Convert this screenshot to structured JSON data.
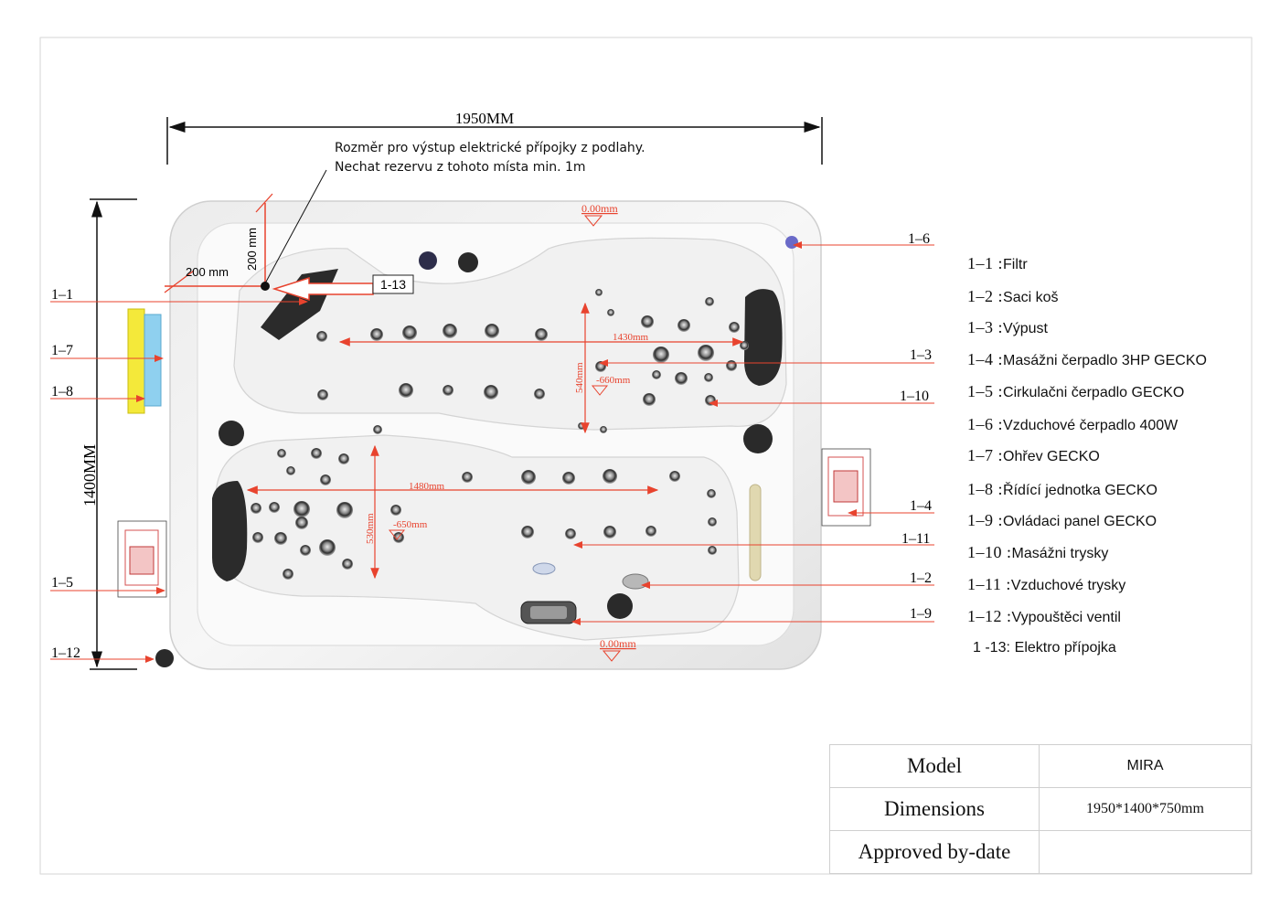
{
  "dims": {
    "width": "1950MM",
    "height": "1400MM",
    "outlet_h": "200 mm",
    "outlet_v": "200 mm",
    "inner_w_top": "1430mm",
    "inner_w_bottom": "1480mm",
    "inner_h_top": "540mm",
    "inner_h_bottom": "530mm",
    "depth_top": "-660mm",
    "depth_bottom": "-650mm",
    "rim_top": "0.00mm",
    "rim_bottom": "0.00mm"
  },
  "note": {
    "line1": "Rozměr pro výstup elektrické přípojky z podlahy.",
    "line2": "Nechat rezervu z tohoto místa min. 1m"
  },
  "callouts": {
    "c1_1": "1–1",
    "c1_7": "1–7",
    "c1_8": "1–8",
    "c1_5": "1–5",
    "c1_12": "1–12",
    "c1_13": "1-13",
    "c1_6": "1–6",
    "c1_3": "1–3",
    "c1_10": "1–10",
    "c1_4": "1–4",
    "c1_11": "1–11",
    "c1_2": "1–2",
    "c1_9": "1–9"
  },
  "legend": [
    {
      "code": "1–1 :",
      "text": "Filtr"
    },
    {
      "code": "1–2 :",
      "text": "Saci koš"
    },
    {
      "code": "1–3 :",
      "text": "Výpust"
    },
    {
      "code": "1–4 :",
      "text": "Masážni čerpadlo 3HP GECKO"
    },
    {
      "code": "1–5 :",
      "text": "Cirkulačni čerpadlo GECKO"
    },
    {
      "code": "1–6 :",
      "text": "Vzduchové čerpadlo 400W"
    },
    {
      "code": "1–7 :",
      "text": "Ohřev GECKO"
    },
    {
      "code": "1–8 :",
      "text": "Řídící jednotka GECKO"
    },
    {
      "code": "1–9 :",
      "text": "Ovládaci panel GECKO"
    },
    {
      "code": "1–10 :",
      "text": "Masážni trysky"
    },
    {
      "code": "1–11 :",
      "text": "Vzduchové trysky"
    },
    {
      "code": "1–12 :",
      "text": "Vypouštěci ventil"
    },
    {
      "code": "1 -13:",
      "text": "Elektro přípojka"
    }
  ],
  "title_block": {
    "model_label": "Model",
    "model_value": "MIRA",
    "dimensions_label": "Dimensions",
    "dimensions_value": "1950*1400*750mm",
    "approved_label": "Approved by-date",
    "approved_value": ""
  },
  "colors": {
    "leader": "#e8432e",
    "dimension": "#111111",
    "shell": "#f3f3f3",
    "heater_yellow": "#f4e93a",
    "heater_blue": "#8fd0ef",
    "pillow": "#2b2b2b"
  }
}
